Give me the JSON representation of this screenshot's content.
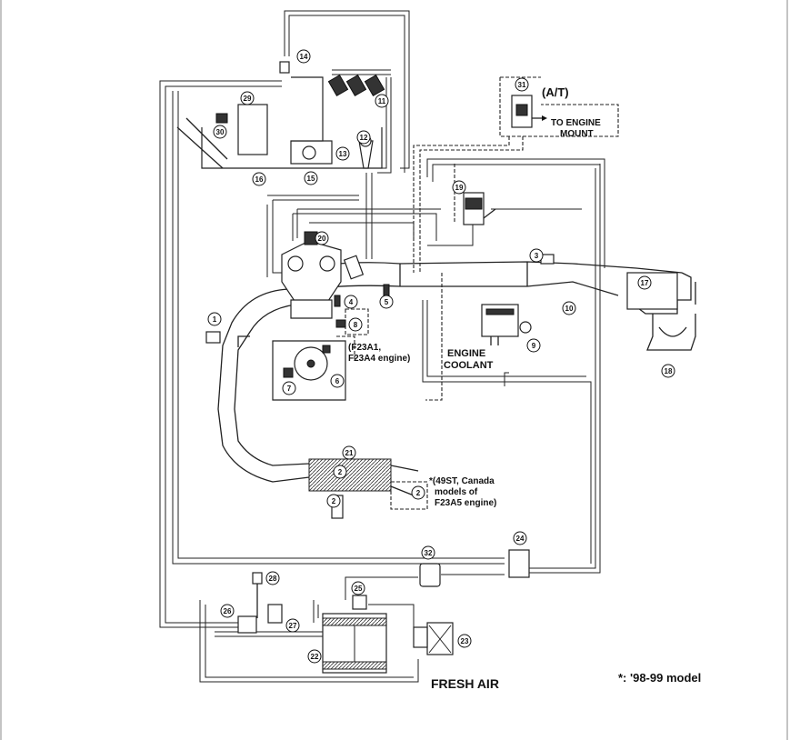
{
  "labels": {
    "at": "(A/T)",
    "to_engine_mount": "TO ENGINE MOUNT",
    "engine_variants": "(F23A1, F23A4 engine)",
    "engine_coolant": "ENGINE COOLANT",
    "footnote_49st": "*(49ST, Canada models of F23A5 engine)",
    "fresh_air": "FRESH AIR",
    "model_note": "*: '98-99 model"
  },
  "callouts": [
    "1",
    "2",
    "2",
    "2",
    "3",
    "4",
    "5",
    "6",
    "7",
    "8",
    "9",
    "10",
    "11",
    "12",
    "13",
    "14",
    "15",
    "16",
    "17",
    "18",
    "19",
    "20",
    "21",
    "22",
    "23",
    "24",
    "25",
    "26",
    "27",
    "28",
    "29",
    "30",
    "31",
    "32"
  ],
  "colors": {
    "line": "#222222",
    "background": "#ffffff"
  }
}
